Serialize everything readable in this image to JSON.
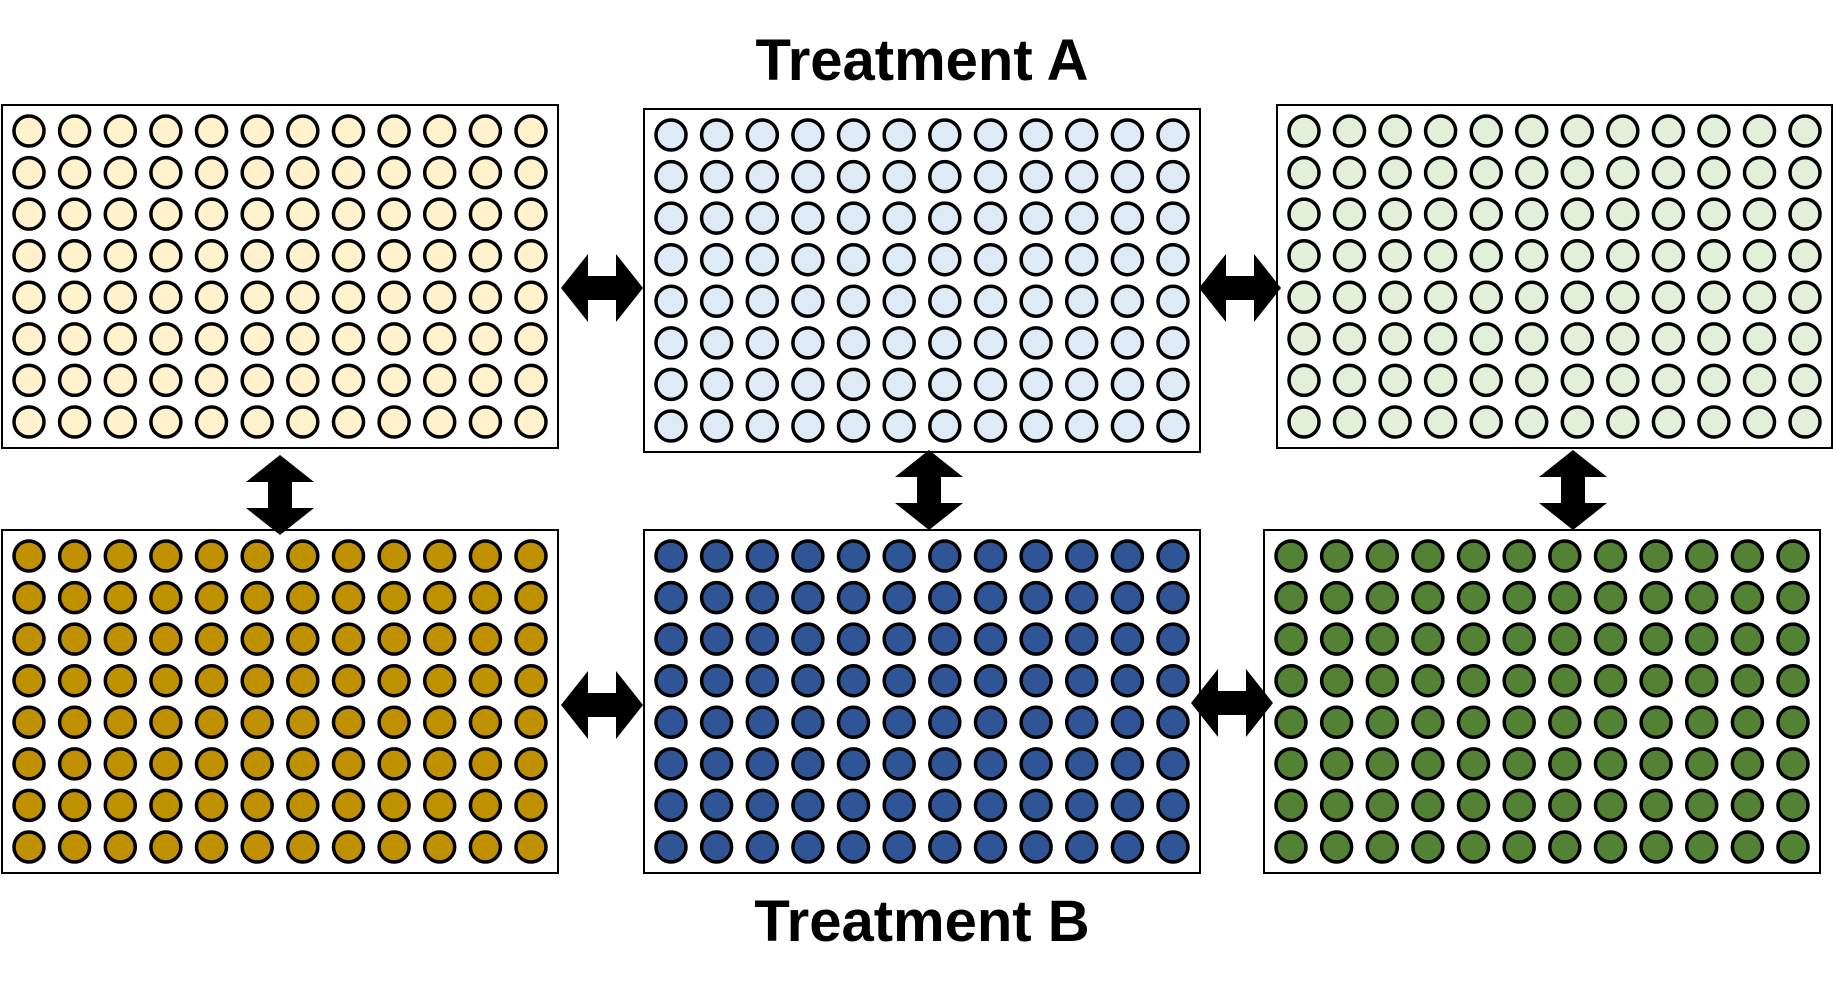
{
  "labels": {
    "top": "Treatment A",
    "bottom": "Treatment B"
  },
  "grid": {
    "rows": 8,
    "cols": 12
  },
  "plates": [
    {
      "id": "A1",
      "group": "treatment-a",
      "fill": "#FFF2CC"
    },
    {
      "id": "A2",
      "group": "treatment-a",
      "fill": "#DEEBF7"
    },
    {
      "id": "A3",
      "group": "treatment-a",
      "fill": "#E2F0D9"
    },
    {
      "id": "B1",
      "group": "treatment-b",
      "fill": "#BF9000"
    },
    {
      "id": "B2",
      "group": "treatment-b",
      "fill": "#2F5597"
    },
    {
      "id": "B3",
      "group": "treatment-b",
      "fill": "#548235"
    }
  ],
  "connectors": [
    {
      "between": [
        "A1",
        "A2"
      ],
      "orientation": "horizontal"
    },
    {
      "between": [
        "A2",
        "A3"
      ],
      "orientation": "horizontal"
    },
    {
      "between": [
        "A1",
        "B1"
      ],
      "orientation": "vertical"
    },
    {
      "between": [
        "A2",
        "B2"
      ],
      "orientation": "vertical"
    },
    {
      "between": [
        "A3",
        "B3"
      ],
      "orientation": "vertical"
    },
    {
      "between": [
        "B1",
        "B2"
      ],
      "orientation": "horizontal"
    },
    {
      "between": [
        "B2",
        "B3"
      ],
      "orientation": "horizontal"
    }
  ],
  "colors": {
    "stroke": "#000000",
    "background": "#ffffff"
  }
}
